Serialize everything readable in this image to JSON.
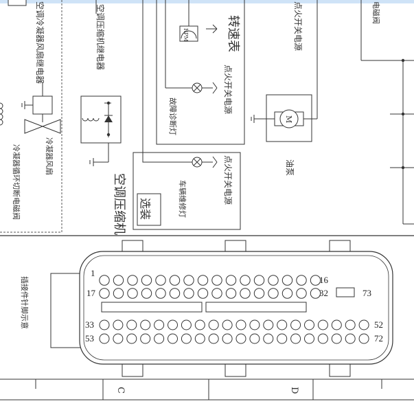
{
  "labels": {
    "fan_relay": "空调冷凝器风扇继电器",
    "compressor_relay": "空调压缩机继电器",
    "tachometer": "转速表",
    "rpm": "RPM",
    "ignition_relay_1": "点火开关电源",
    "ignition_relay_2": "点火开关电源",
    "ignition_top": "点火开关电源",
    "solenoid_top": "电磁阀",
    "fault_lamp": "故障诊断灯",
    "fan": "冷凝器风扇",
    "solenoid_valve": "冷凝器循环切断电磁阀",
    "compressor": "空调压缩机",
    "optional": "选装",
    "vehicle_lamp": "车辆维修灯",
    "fuel_pump": "油泵",
    "motor": "M",
    "connector_title": "插接件针脚示意",
    "section_c": "C",
    "section_d": "D"
  },
  "connector": {
    "row1_start": "1",
    "row1_end": "16",
    "row2_start": "17",
    "row2_end": "32",
    "side_pin": "73",
    "row3_start": "33",
    "row3_end": "52",
    "row4_start": "53",
    "row4_end": "72"
  }
}
